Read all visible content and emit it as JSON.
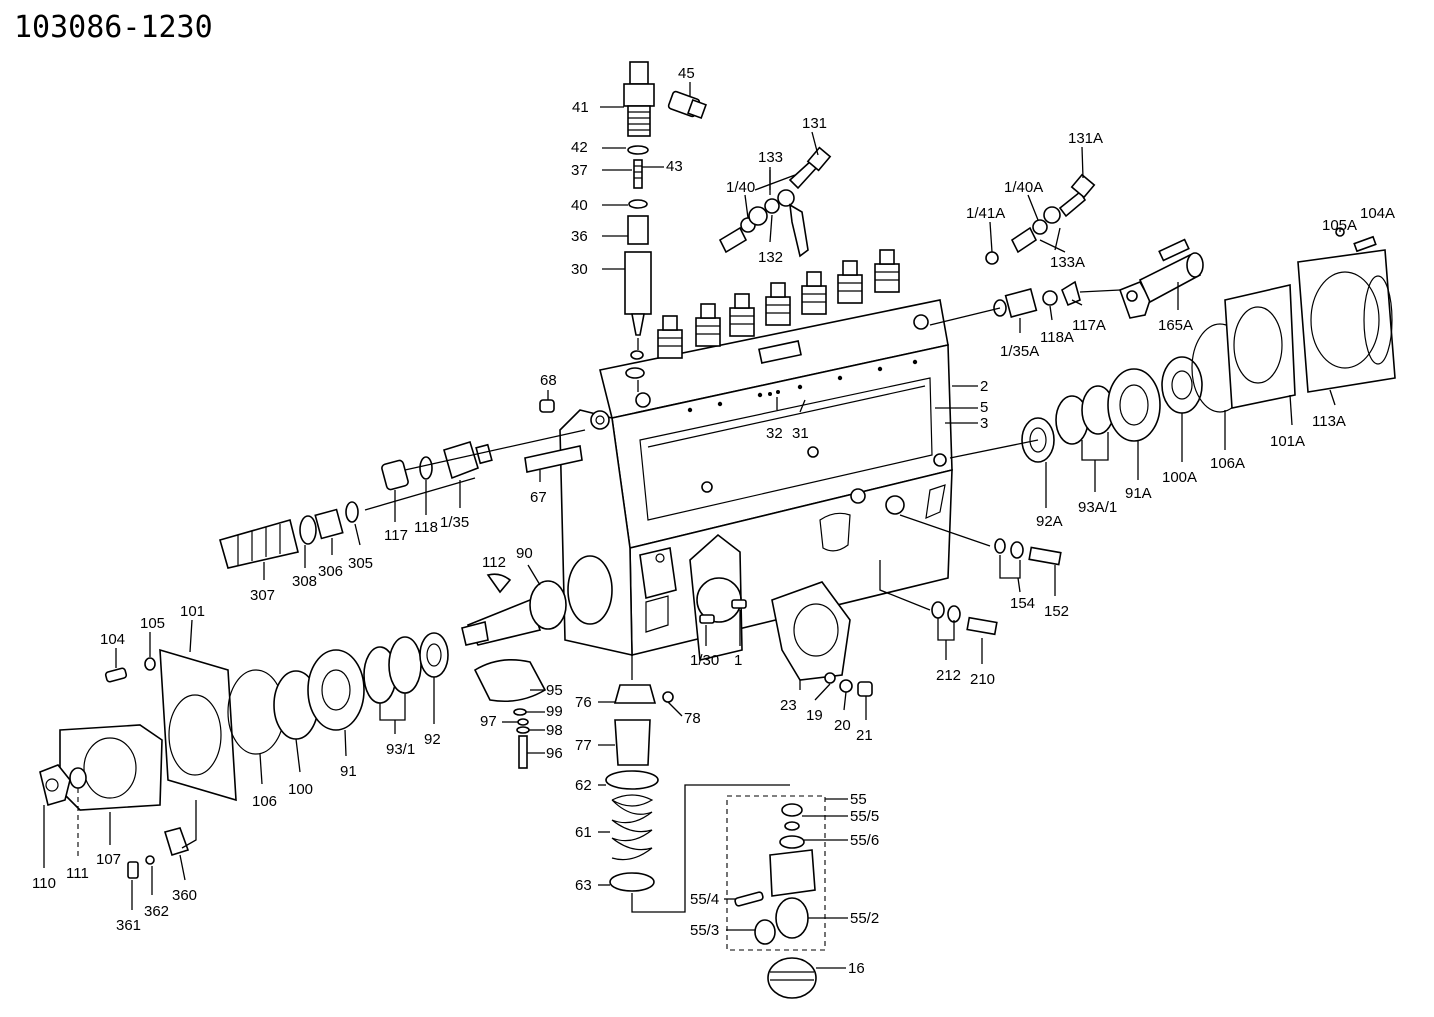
{
  "diagram": {
    "title": "103086-1230",
    "callouts": [
      {
        "id": "41",
        "label": "41"
      },
      {
        "id": "45",
        "label": "45"
      },
      {
        "id": "42",
        "label": "42"
      },
      {
        "id": "37",
        "label": "37"
      },
      {
        "id": "43",
        "label": "43"
      },
      {
        "id": "40",
        "label": "40"
      },
      {
        "id": "36",
        "label": "36"
      },
      {
        "id": "30",
        "label": "30"
      },
      {
        "id": "131",
        "label": "131"
      },
      {
        "id": "133",
        "label": "133"
      },
      {
        "id": "1_40",
        "label": "1/40"
      },
      {
        "id": "132",
        "label": "132"
      },
      {
        "id": "131A",
        "label": "131A"
      },
      {
        "id": "1_40A",
        "label": "1/40A"
      },
      {
        "id": "1_41A",
        "label": "1/41A"
      },
      {
        "id": "133A",
        "label": "133A"
      },
      {
        "id": "105A",
        "label": "105A"
      },
      {
        "id": "104A",
        "label": "104A"
      },
      {
        "id": "165A",
        "label": "165A"
      },
      {
        "id": "117A",
        "label": "117A"
      },
      {
        "id": "118A",
        "label": "118A"
      },
      {
        "id": "1_35A",
        "label": "1/35A"
      },
      {
        "id": "2",
        "label": "2"
      },
      {
        "id": "5",
        "label": "5"
      },
      {
        "id": "3",
        "label": "3"
      },
      {
        "id": "68",
        "label": "68"
      },
      {
        "id": "32",
        "label": "32"
      },
      {
        "id": "31",
        "label": "31"
      },
      {
        "id": "101A",
        "label": "101A"
      },
      {
        "id": "113A",
        "label": "113A"
      },
      {
        "id": "106A",
        "label": "106A"
      },
      {
        "id": "100A",
        "label": "100A"
      },
      {
        "id": "91A",
        "label": "91A"
      },
      {
        "id": "93A_1",
        "label": "93A/1"
      },
      {
        "id": "92A",
        "label": "92A"
      },
      {
        "id": "117",
        "label": "117"
      },
      {
        "id": "118",
        "label": "118"
      },
      {
        "id": "1_35",
        "label": "1/35"
      },
      {
        "id": "67",
        "label": "67"
      },
      {
        "id": "307",
        "label": "307"
      },
      {
        "id": "308",
        "label": "308"
      },
      {
        "id": "306",
        "label": "306"
      },
      {
        "id": "305",
        "label": "305"
      },
      {
        "id": "112",
        "label": "112"
      },
      {
        "id": "90",
        "label": "90"
      },
      {
        "id": "154",
        "label": "154"
      },
      {
        "id": "152",
        "label": "152"
      },
      {
        "id": "104",
        "label": "104"
      },
      {
        "id": "105",
        "label": "105"
      },
      {
        "id": "101",
        "label": "101"
      },
      {
        "id": "1_30",
        "label": "1/30"
      },
      {
        "id": "1",
        "label": "1"
      },
      {
        "id": "212",
        "label": "212"
      },
      {
        "id": "210",
        "label": "210"
      },
      {
        "id": "95",
        "label": "95"
      },
      {
        "id": "99",
        "label": "99"
      },
      {
        "id": "97",
        "label": "97"
      },
      {
        "id": "98",
        "label": "98"
      },
      {
        "id": "96",
        "label": "96"
      },
      {
        "id": "76",
        "label": "76"
      },
      {
        "id": "78",
        "label": "78"
      },
      {
        "id": "23",
        "label": "23"
      },
      {
        "id": "19",
        "label": "19"
      },
      {
        "id": "20",
        "label": "20"
      },
      {
        "id": "21",
        "label": "21"
      },
      {
        "id": "106",
        "label": "106"
      },
      {
        "id": "100",
        "label": "100"
      },
      {
        "id": "91",
        "label": "91"
      },
      {
        "id": "93_1",
        "label": "93/1"
      },
      {
        "id": "92",
        "label": "92"
      },
      {
        "id": "77",
        "label": "77"
      },
      {
        "id": "62",
        "label": "62"
      },
      {
        "id": "55",
        "label": "55"
      },
      {
        "id": "55_5",
        "label": "55/5"
      },
      {
        "id": "55_6",
        "label": "55/6"
      },
      {
        "id": "61",
        "label": "61"
      },
      {
        "id": "110",
        "label": "110"
      },
      {
        "id": "111",
        "label": "111"
      },
      {
        "id": "107",
        "label": "107"
      },
      {
        "id": "360",
        "label": "360"
      },
      {
        "id": "362",
        "label": "362"
      },
      {
        "id": "361",
        "label": "361"
      },
      {
        "id": "63",
        "label": "63"
      },
      {
        "id": "55_4",
        "label": "55/4"
      },
      {
        "id": "55_2",
        "label": "55/2"
      },
      {
        "id": "55_3",
        "label": "55/3"
      },
      {
        "id": "16",
        "label": "16"
      }
    ]
  }
}
